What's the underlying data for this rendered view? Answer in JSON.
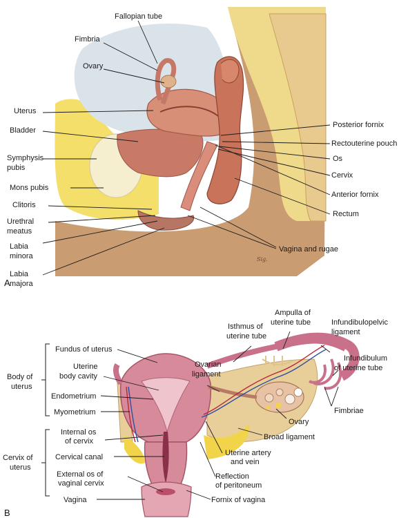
{
  "panels": {
    "a": "A",
    "b": "B"
  },
  "labels_a": {
    "fallopian_tube": "Fallopian tube",
    "fimbria": "Fimbria",
    "ovary": "Ovary",
    "uterus": "Uterus",
    "bladder": "Bladder",
    "symphysis_pubis_1": "Symphysis",
    "symphysis_pubis_2": "pubis",
    "mons_pubis": "Mons pubis",
    "clitoris": "Clitoris",
    "urethral_meatus_1": "Urethral",
    "urethral_meatus_2": "meatus",
    "labia_minora_1": "Labia",
    "labia_minora_2": "minora",
    "labia_majora_1": "Labia",
    "labia_majora_2": "majora",
    "posterior_fornix": "Posterior fornix",
    "rectouterine_pouch": "Rectouterine pouch",
    "os": "Os",
    "cervix": "Cervix",
    "anterior_fornix": "Anterior fornix",
    "rectum": "Rectum",
    "vagina_rugae": "Vagina and rugae"
  },
  "labels_b": {
    "body_of_uterus_1": "Body of",
    "body_of_uterus_2": "uterus",
    "cervix_of_uterus_1": "Cervix of",
    "cervix_of_uterus_2": "uterus",
    "fundus": "Fundus of uterus",
    "uterine_body_cavity_1": "Uterine",
    "uterine_body_cavity_2": "body cavity",
    "endometrium": "Endometrium",
    "myometrium": "Myometrium",
    "internal_os_1": "Internal os",
    "internal_os_2": "of cervix",
    "cervical_canal": "Cervical canal",
    "external_os_1": "External os of",
    "external_os_2": "vaginal cervix",
    "vagina": "Vagina",
    "isthmus_1": "Isthmus of",
    "isthmus_2": "uterine tube",
    "ampulla_1": "Ampulla of",
    "ampulla_2": "uterine tube",
    "infundibulopelvic_1": "Infundibulopelvic",
    "infundibulopelvic_2": "ligament",
    "ovarian_ligament_1": "Ovarian",
    "ovarian_ligament_2": "ligament",
    "infundibulum_1": "Infundibulum",
    "infundibulum_2": "of uterine tube",
    "fimbriae": "Fimbriae",
    "ovary": "Ovary",
    "broad_ligament": "Broad ligament",
    "uterine_artery_1": "Uterine artery",
    "uterine_artery_2": "and vein",
    "reflection_1": "Reflection",
    "reflection_2": "of peritoneum",
    "fornix_vagina": "Fornix of vagina"
  }
}
